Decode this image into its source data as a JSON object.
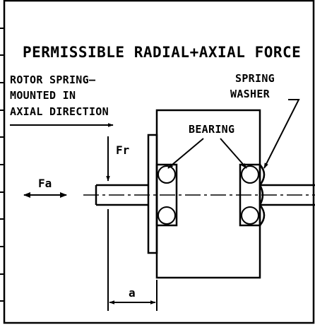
{
  "title": "PERMISSIBLE RADIAL+AXIAL FORCE",
  "notes": {
    "rotor_line1": "ROTOR SPRING–",
    "rotor_line2": "MOUNTED IN",
    "rotor_line3": "AXIAL DIRECTION",
    "spring_line1": "SPRING",
    "spring_line2": "WASHER",
    "bearing": "BEARING"
  },
  "symbols": {
    "radial_force": "Fr",
    "axial_force": "Fa",
    "distance": "a"
  }
}
